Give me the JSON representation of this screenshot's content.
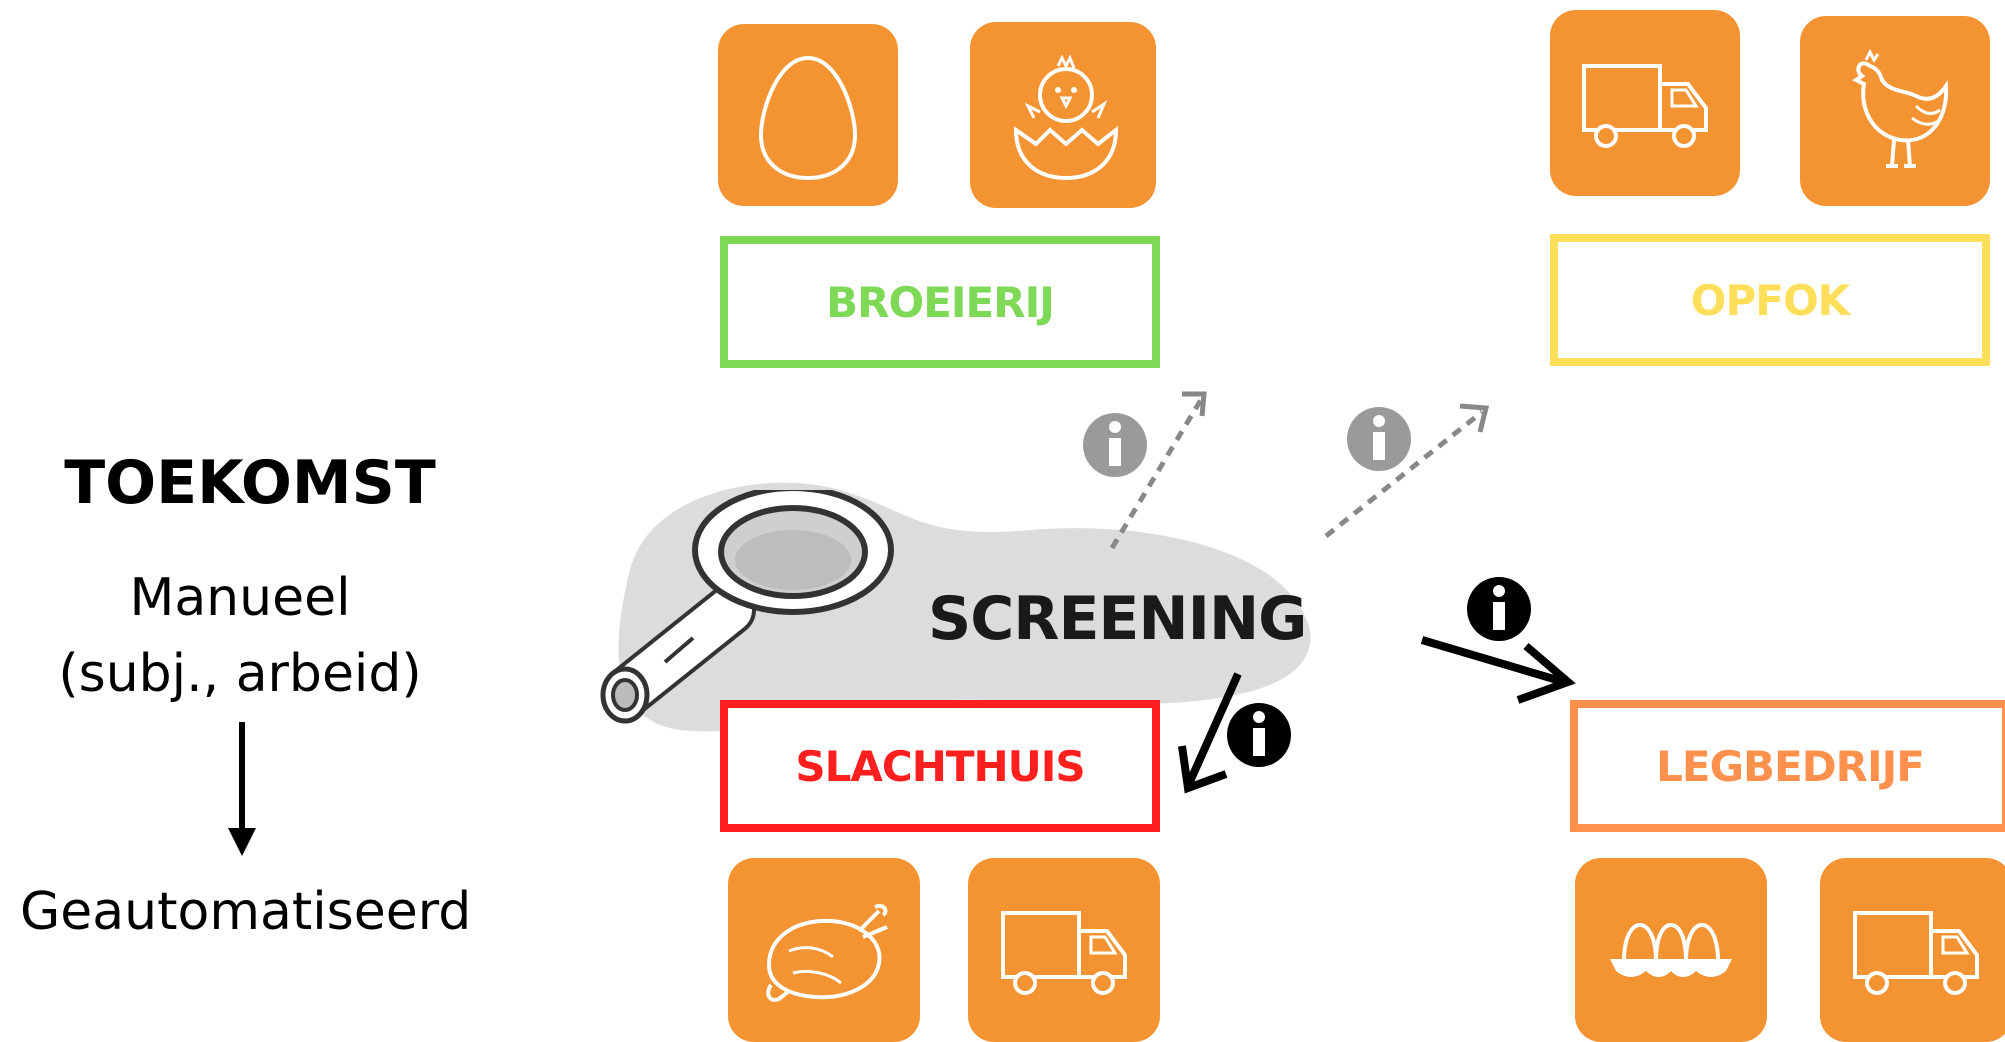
{
  "legend": {
    "title": "TOEKOMST",
    "line1": "Manueel",
    "line2": "(subj., arbeid)",
    "line3": "Geautomatiseerd"
  },
  "center": {
    "label": "SCREENING"
  },
  "stages": {
    "broeierij": {
      "label": "BROEIERIJ",
      "color": "#7ed957"
    },
    "opfok": {
      "label": "OPFOK",
      "color": "#ffde59"
    },
    "slachthuis": {
      "label": "SLACHTHUIS",
      "color": "#ff1f1f"
    },
    "legbedrijf": {
      "label": "LEGBEDRIJF",
      "color": "#ff914d"
    }
  },
  "icons": [
    "egg-icon",
    "hatching-chick-icon",
    "truck-icon",
    "hen-icon",
    "roast-chicken-icon",
    "truck-icon",
    "eggs-tray-icon",
    "truck-icon",
    "info-icon",
    "magnifying-glass-icon"
  ],
  "colors": {
    "tile": "#f39332",
    "blob": "#dcdcdc",
    "info_gray": "#9a9a9a"
  }
}
